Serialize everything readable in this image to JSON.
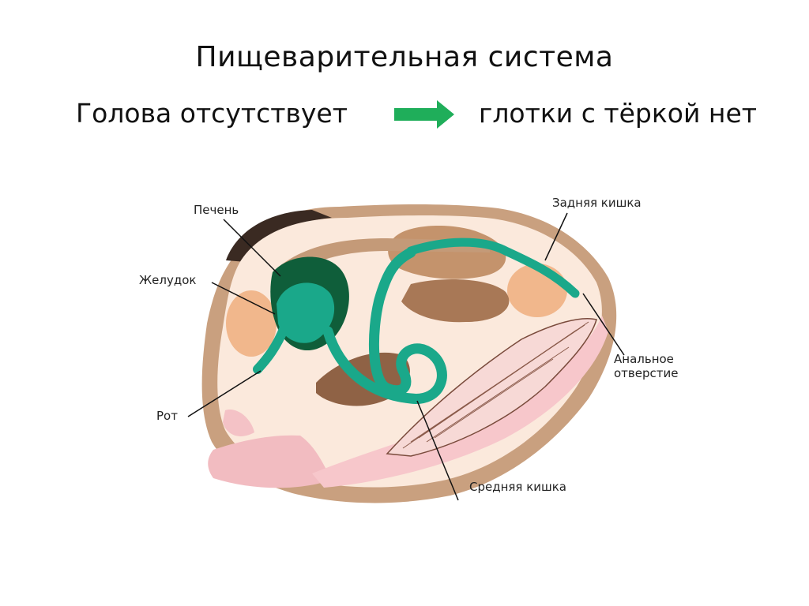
{
  "slide": {
    "title": "Пищеварительная система",
    "statement_left": "Голова отсутствует",
    "statement_right": "глотки с тёркой нет",
    "arrow_color": "#1fae5a"
  },
  "diagram": {
    "labels": {
      "liver": "Печень",
      "stomach": "Желудок",
      "mouth": "Рот",
      "hindgut": "Задняя кишка",
      "anus_line1": "Анальное",
      "anus_line2": "отверстие",
      "midgut": "Средняя кишка"
    },
    "colors": {
      "gut_green": "#1aa88a",
      "liver_dark": "#0f5e3a",
      "gonad_brown": "#a87856",
      "shell_edge": "#c49a78",
      "mantle_pink": "#f6c9c9",
      "body_cream": "#fbe9dc",
      "glands_orange": "#f1b78c"
    }
  }
}
